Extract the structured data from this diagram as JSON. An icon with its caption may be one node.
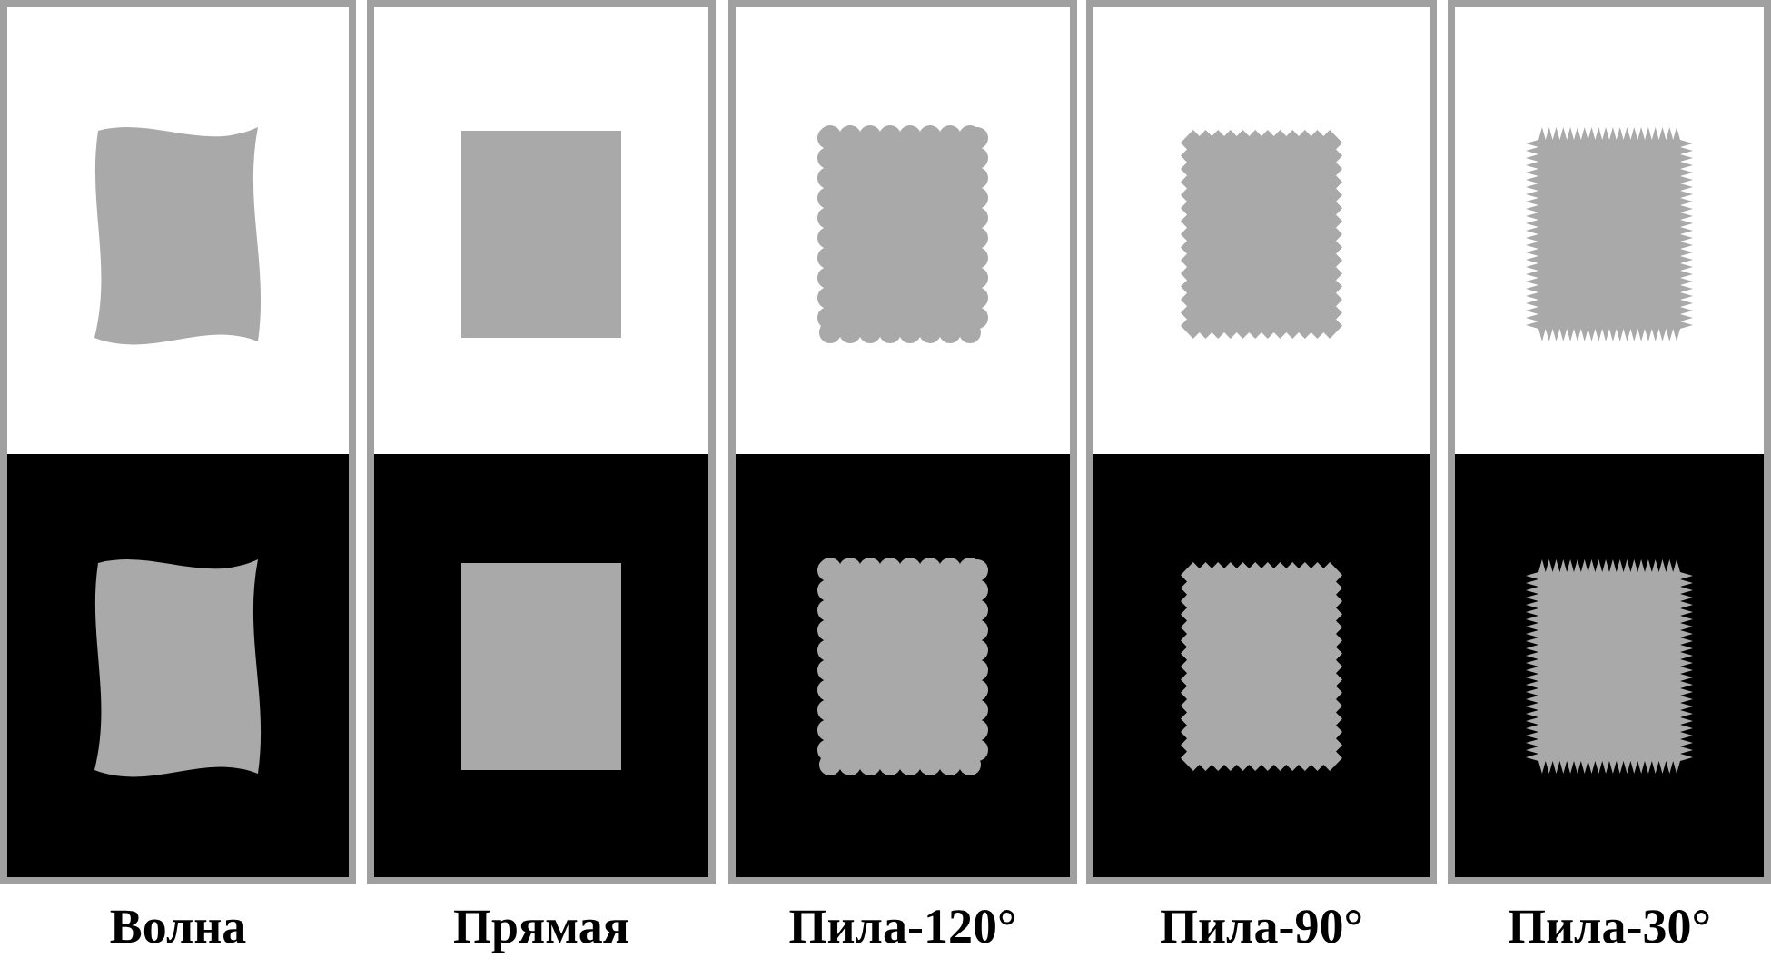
{
  "diagram": {
    "labels": [
      "Волна",
      "Прямая",
      "Пила-120°",
      "Пила-90°",
      "Пила-30°"
    ]
  }
}
